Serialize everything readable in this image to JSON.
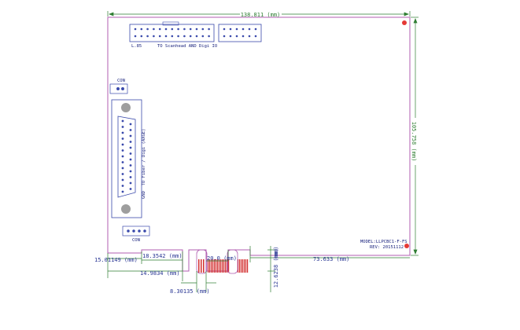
{
  "dimensions": {
    "width_top": "138.811 (mm)",
    "height_right": "105.758 (mm)",
    "d_15_01149": "15.01149 (mm)",
    "d_18_3542": "18.3542 (mm)",
    "d_14_9834": "14.9834 (mm)",
    "d_8_30135": "8.30135 (mm)",
    "d_20_0": "20.0 (mm)",
    "d_12_6238": "12.6238 (mm)",
    "d_73_633": "73.633 (mm)",
    "d_small_right": "(mm)"
  },
  "labels": {
    "header_left": "L.85",
    "header_right": "TO Scanhead AND Digi IO",
    "db25_label": "TO Fiber / Digi (AXGE)",
    "gnd_label": "GND",
    "top_small_connector": "CON",
    "bottom_small_connector": "CON",
    "model": "MODEL:LLPCBC1-F-FS",
    "revision": "REV: 20151112"
  },
  "colors": {
    "board_outline": "#b05cb0",
    "dimension": "#2e7d32",
    "component": "#3949ab",
    "pad": "#d32f2f",
    "marker": "#e53935"
  }
}
